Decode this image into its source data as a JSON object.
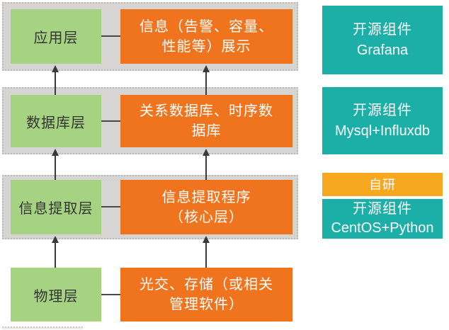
{
  "diagram": {
    "rows": [
      {
        "layer": "应用层",
        "desc_lines": [
          "信息（告警、容量、",
          "性能等）展示"
        ]
      },
      {
        "layer": "数据库层",
        "desc_lines": [
          "关系数据库、时序数",
          "据库"
        ]
      },
      {
        "layer": "信息提取层",
        "desc_lines": [
          "信息提取程序",
          "（核心层）"
        ]
      },
      {
        "layer": "物理层",
        "desc_lines": [
          "光交、存储（或相关",
          "管理软件）"
        ]
      }
    ],
    "legend": [
      {
        "label": "开源组件",
        "component": "Grafana",
        "type": "open-source"
      },
      {
        "label": "开源组件",
        "component": "Mysql+Influxdb",
        "type": "open-source"
      },
      {
        "label": "自研",
        "type": "self-developed"
      },
      {
        "label": "开源组件",
        "component": "CentOS+Python",
        "type": "open-source"
      }
    ],
    "colors": {
      "layer_green": "#a6d382",
      "desc_orange": "#f0731d",
      "legend_teal": "#1cafa8",
      "self_developed_yellow": "#f7a81f",
      "band_gray": "#d7d5d3",
      "arrow_dark": "#3a3a3a",
      "text_dark": "#333333",
      "text_light": "#ffffff"
    }
  }
}
